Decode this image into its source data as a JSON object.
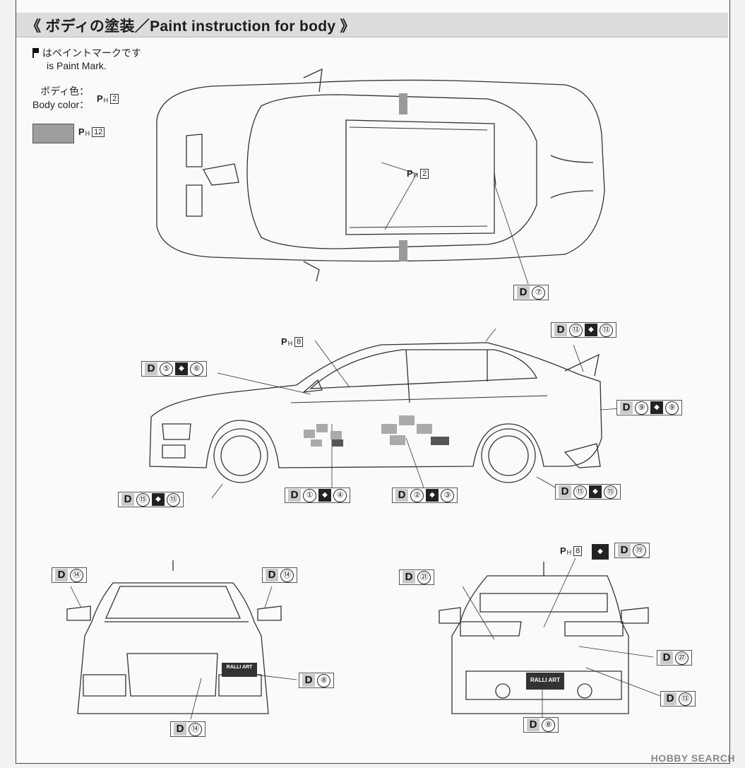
{
  "header": {
    "title": "《 ボディの塗装／Paint instruction for body 》"
  },
  "legend": {
    "paint_mark_jp": "はペイントマークです",
    "paint_mark_en": "is Paint Mark.",
    "body_color_jp": "ボディ色：",
    "body_color_en": "Body color：",
    "body_color_code": "2",
    "swatch_code": "12",
    "swatch_color": "#9e9e9e"
  },
  "paint_labels": {
    "p_letter": "P",
    "h_letter": "H",
    "roof": "2",
    "side_window": "8",
    "rear_glass": "8"
  },
  "decals": {
    "d_letter": "D",
    "swap_glyph": "◆",
    "top_rear": {
      "a": "⑦"
    },
    "spoiler": {
      "a": "⑬",
      "b": "⑬"
    },
    "mirror_side": {
      "a": "⑤",
      "b": "⑥"
    },
    "tail": {
      "a": "⑨",
      "b": "⑨"
    },
    "front_wheel": {
      "a": "⑮",
      "b": "⑮"
    },
    "front_door": {
      "a": "①",
      "b": "④"
    },
    "rear_door": {
      "a": "②",
      "b": "③"
    },
    "rear_wheel": {
      "a": "⑮",
      "b": "⑮"
    },
    "front_mirror_left": {
      "a": "⑭"
    },
    "front_mirror_right": {
      "a": "⑭"
    },
    "front_grille": {
      "a": "⑧"
    },
    "front_bumper": {
      "a": "⑭"
    },
    "rear_top": {
      "a": "⑲"
    },
    "rear_left": {
      "a": "㉑"
    },
    "rear_trunk": {
      "a": "㉗"
    },
    "rear_bumper": {
      "a": "⑬"
    },
    "rear_plate": {
      "a": "⑧"
    }
  },
  "plates": {
    "front": "RALLI ART",
    "rear": "RALLI ART"
  },
  "watermark": "HOBBY SEARCH"
}
